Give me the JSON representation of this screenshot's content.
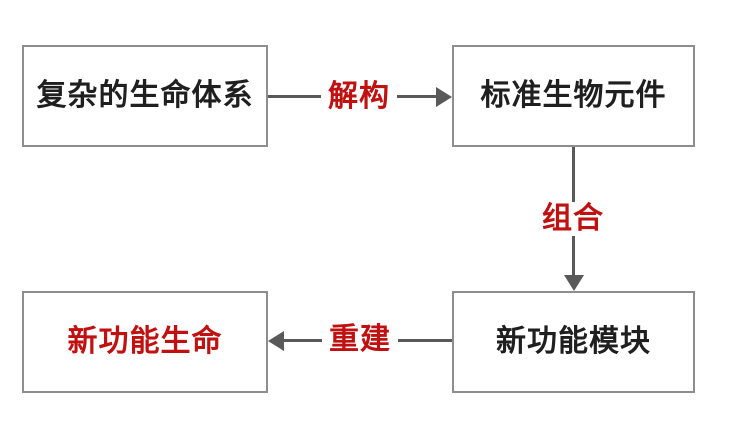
{
  "diagram": {
    "title": "synthetic-biology-cycle-flowchart",
    "colors": {
      "background": "#ffffff",
      "box_border": "#8e8e8e",
      "arrow": "#595959",
      "text_black": "#1f1f1f",
      "text_red": "#c01010"
    },
    "boxes": [
      {
        "id": "complex-life-system",
        "label": "复杂的生命体系",
        "text_color": "black",
        "position": "top-left"
      },
      {
        "id": "standard-bio-parts",
        "label": "标准生物元件",
        "text_color": "black",
        "position": "top-right"
      },
      {
        "id": "functional-module",
        "label": "新功能模块",
        "text_color": "black",
        "position": "bottom-right"
      },
      {
        "id": "new-function-life",
        "label": "新功能生命",
        "text_color": "red",
        "position": "bottom-left"
      }
    ],
    "arrows": [
      {
        "id": "deconstruct",
        "label": "解构",
        "direction": "right",
        "from": "complex-life-system",
        "to": "standard-bio-parts"
      },
      {
        "id": "combine",
        "label": "组合",
        "direction": "down",
        "from": "standard-bio-parts",
        "to": "functional-module"
      },
      {
        "id": "rebuild",
        "label": "重建",
        "direction": "left",
        "from": "functional-module",
        "to": "new-function-life"
      }
    ]
  }
}
